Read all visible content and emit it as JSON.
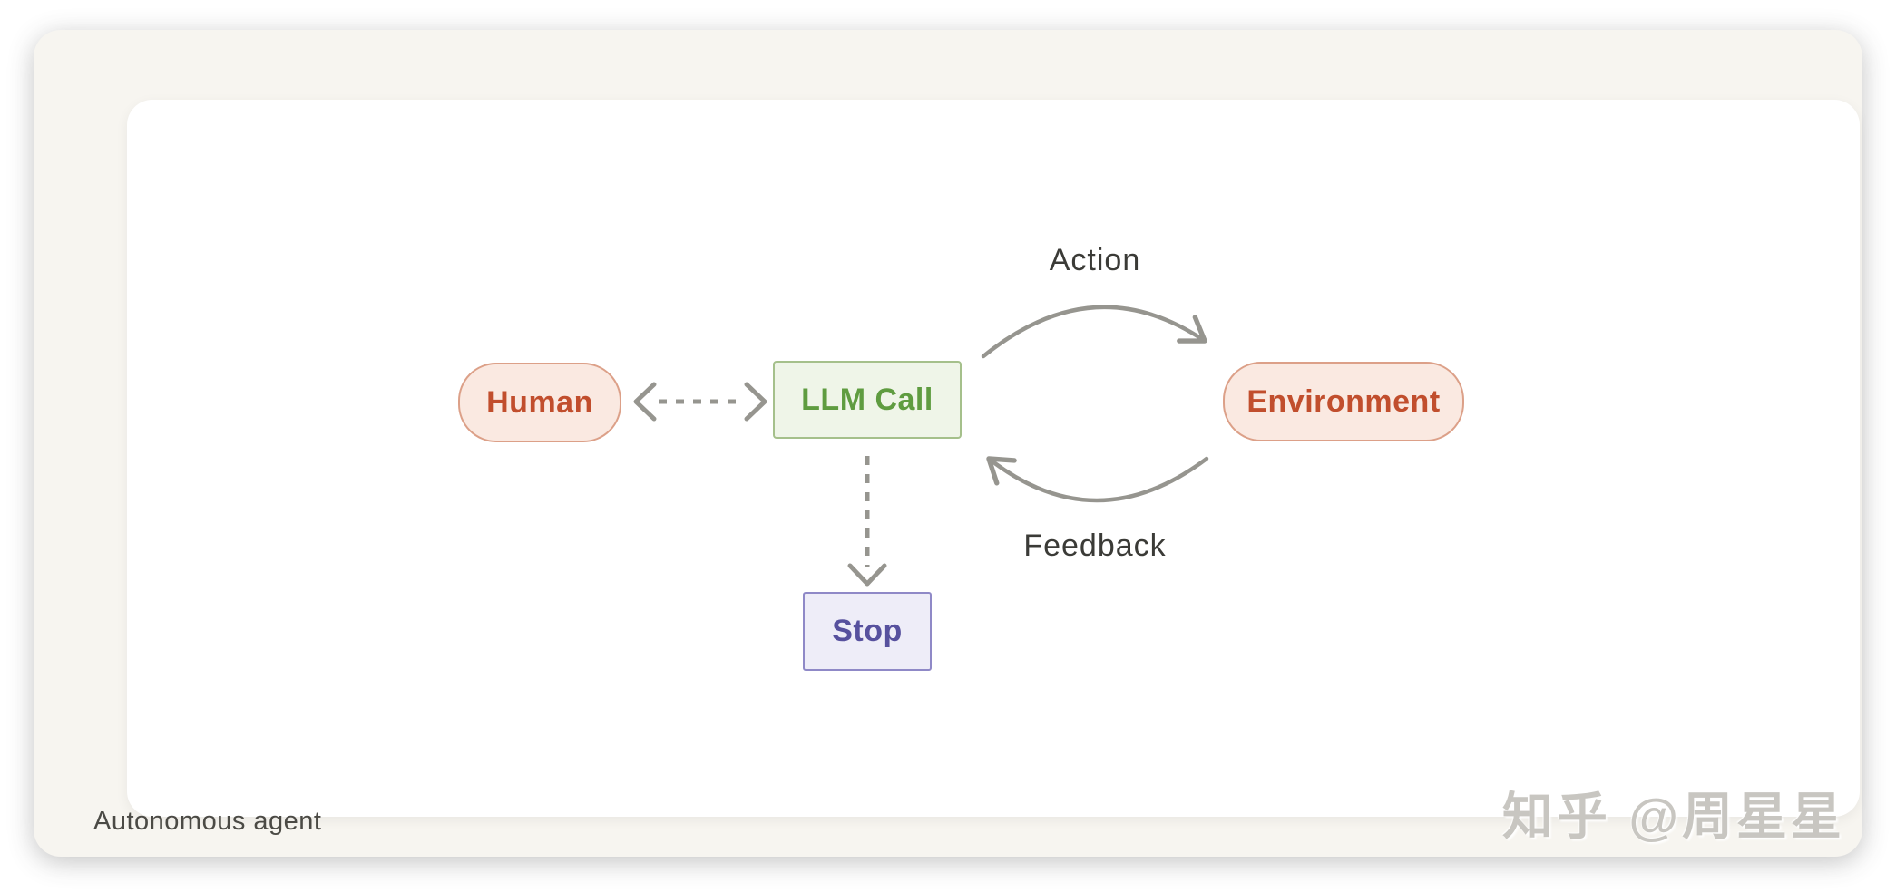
{
  "figure": {
    "caption": "Autonomous agent",
    "watermark": "知乎 @周星星"
  },
  "diagram": {
    "nodes": {
      "human": {
        "label": "Human",
        "shape": "pill",
        "fill": "#fae9e1",
        "border": "#dca088",
        "text_color": "#c14e2d"
      },
      "llm_call": {
        "label": "LLM Call",
        "shape": "rect",
        "fill": "#eff5e8",
        "border": "#a5c08b",
        "text_color": "#5f9c40"
      },
      "environment": {
        "label": "Environment",
        "shape": "pill",
        "fill": "#fae9e1",
        "border": "#dca088",
        "text_color": "#c14e2d"
      },
      "stop": {
        "label": "Stop",
        "shape": "rect",
        "fill": "#eeedf8",
        "border": "#8f89c7",
        "text_color": "#57519e"
      }
    },
    "edges": {
      "action": {
        "label": "Action",
        "from": "llm_call",
        "to": "environment",
        "style": "solid-curved-arrow"
      },
      "feedback": {
        "label": "Feedback",
        "from": "environment",
        "to": "llm_call",
        "style": "solid-curved-arrow"
      },
      "human_llm": {
        "label": "",
        "from": "human",
        "to": "llm_call",
        "style": "dashed-double-headed"
      },
      "llm_stop": {
        "label": "",
        "from": "llm_call",
        "to": "stop",
        "style": "dashed-arrow"
      }
    },
    "colors": {
      "arrow": "#96958f",
      "edge_label": "#3b3b37",
      "canvas": "#ffffff",
      "card": "#f7f5f0"
    }
  }
}
